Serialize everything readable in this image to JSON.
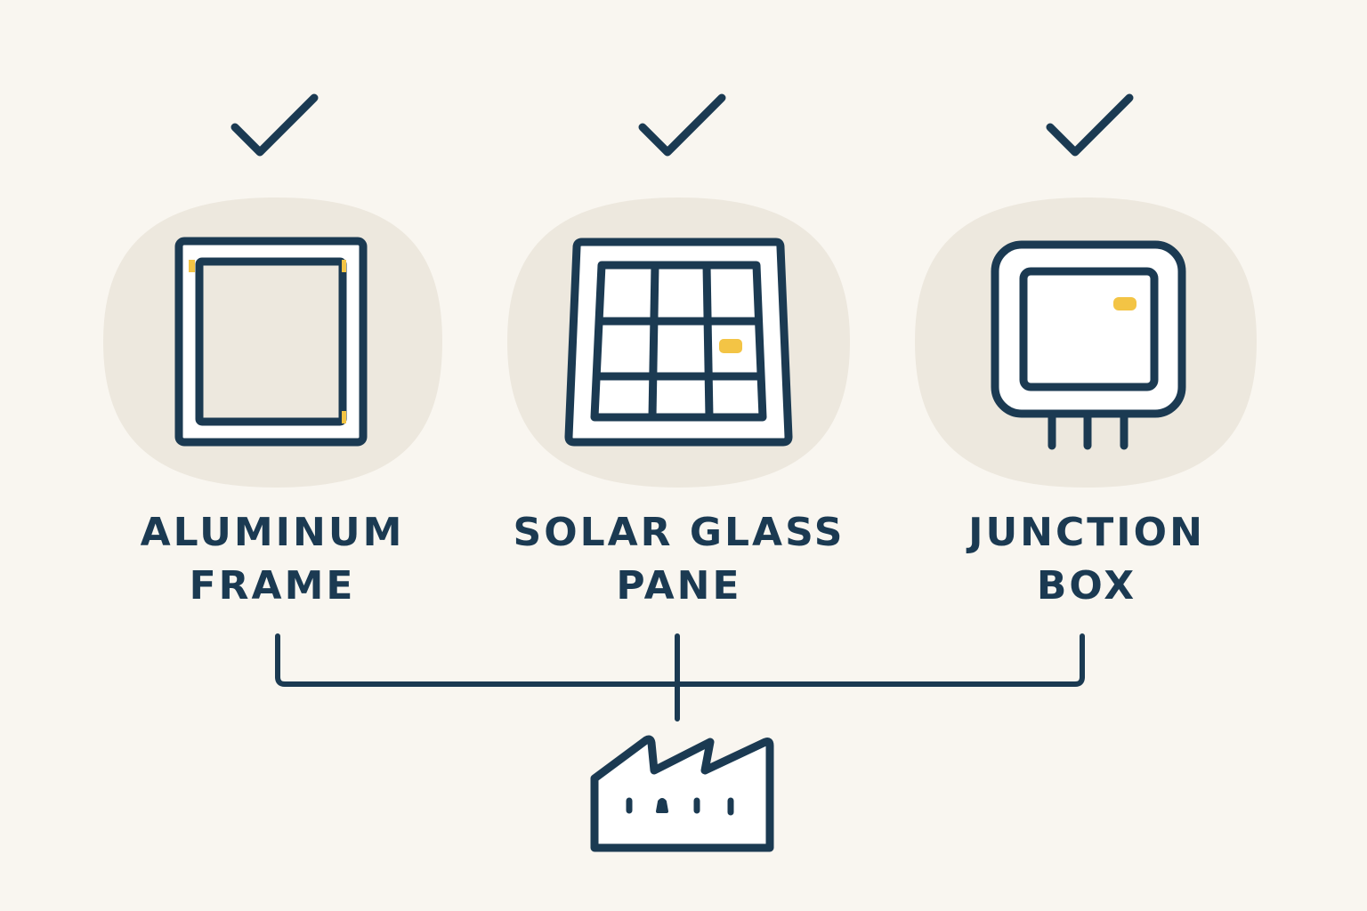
{
  "colors": {
    "background": "#f9f6f0",
    "ink": "#1b3a52",
    "blob": "#ede8de",
    "accent": "#f3c445",
    "fill": "#ffffff"
  },
  "components": [
    {
      "icon": "aluminum-frame-icon",
      "line1": "ALUMINUM",
      "line2": "FRAME",
      "checked": true
    },
    {
      "icon": "solar-glass-pane-icon",
      "line1": "SOLAR GLASS",
      "line2": "PANE",
      "checked": true
    },
    {
      "icon": "junction-box-icon",
      "line1": "JUNCTION",
      "line2": "BOX",
      "checked": true
    }
  ],
  "destination": {
    "icon": "factory-icon"
  }
}
